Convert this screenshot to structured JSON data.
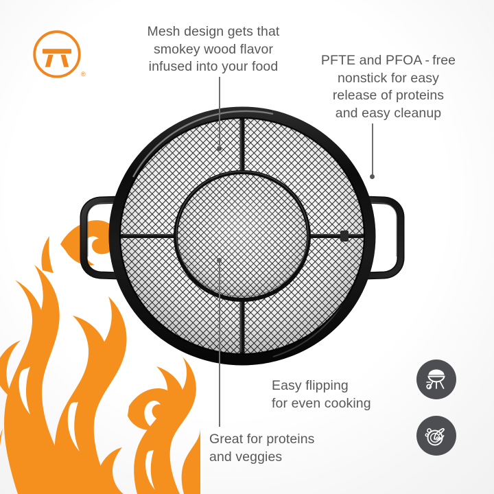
{
  "brand": {
    "logo_icon": "picnic-table-pi-logo",
    "logo_color": "#F1861F",
    "registered_mark": "®"
  },
  "background": {
    "color": "#FFFFFF",
    "accent_orange": "#F5901F",
    "text_gray": "#58585A",
    "badge_gray": "#4C4E52"
  },
  "product": {
    "name": "round-mesh-grill-basket",
    "body_color": "#1C1C1C",
    "handles": 2
  },
  "callouts": [
    {
      "id": "mesh-design",
      "text": "Mesh design gets that\nsmokey wood flavor\ninfused into your food",
      "align": "center",
      "has_leader_line": true
    },
    {
      "id": "nonstick",
      "text": "PFTE and PFOA - free\nnonstick for easy\nrelease of proteins\nand easy cleanup",
      "align": "center",
      "has_leader_line": true
    },
    {
      "id": "easy-flipping",
      "text": "Easy flipping\nfor even cooking",
      "align": "left",
      "has_leader_line": false
    },
    {
      "id": "great-for-proteins",
      "text": "Great for proteins\nand veggies",
      "align": "left",
      "has_leader_line": true
    }
  ],
  "badges": [
    {
      "id": "grill-safe",
      "icon": "bbq-grill-icon"
    },
    {
      "id": "hand-wash",
      "icon": "hand-wash-dish-icon"
    }
  ],
  "decor": {
    "flames_icon": "orange-flames-illustration"
  }
}
